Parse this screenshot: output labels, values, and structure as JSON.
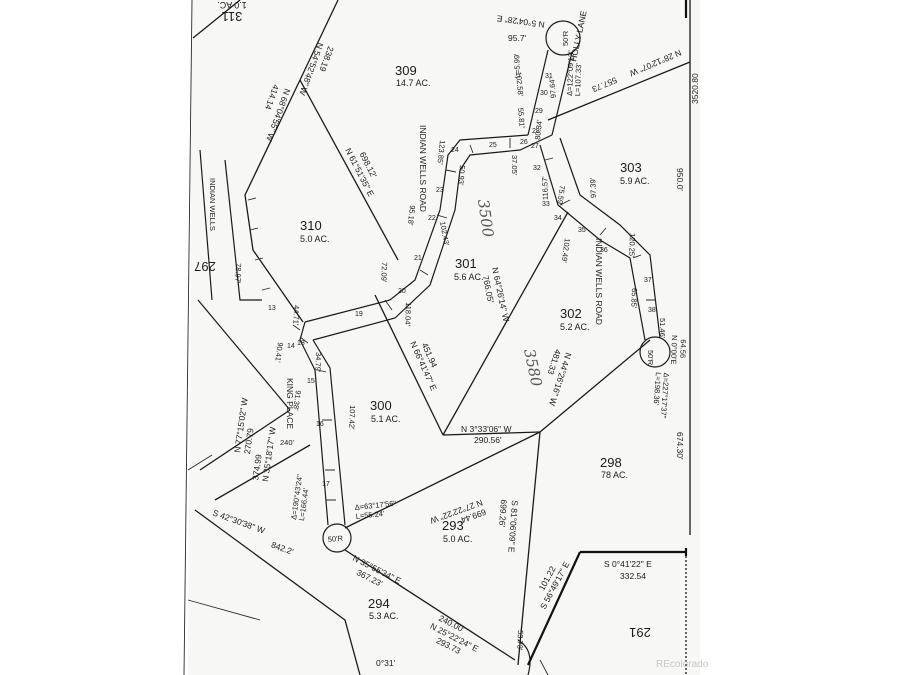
{
  "lots": [
    {
      "id": "lot-311",
      "number": "311",
      "acres": "1.0 AC."
    },
    {
      "id": "lot-309",
      "number": "309",
      "acres": "14.7 AC."
    },
    {
      "id": "lot-310",
      "number": "310",
      "acres": "5.0 AC."
    },
    {
      "id": "lot-301",
      "number": "301",
      "acres": "5.6 AC."
    },
    {
      "id": "lot-302",
      "number": "302",
      "acres": "5.2 AC."
    },
    {
      "id": "lot-303",
      "number": "303",
      "acres": "5.9 AC."
    },
    {
      "id": "lot-300",
      "number": "300",
      "acres": "5.1 AC."
    },
    {
      "id": "lot-298",
      "number": "298",
      "acres": "78 AC."
    },
    {
      "id": "lot-293",
      "number": "293",
      "acres": "5.0 AC."
    },
    {
      "id": "lot-294",
      "number": "294",
      "acres": "5.3 AC."
    },
    {
      "id": "lot-291",
      "number": "291",
      "acres": ""
    },
    {
      "id": "lot-297",
      "number": "297",
      "acres": ""
    }
  ],
  "roads": {
    "indian_wells_upper": "INDIAN WELLS ROAD",
    "indian_wells_lower": "INDIAN WELLS ROAD",
    "holly_lane": "HOLLY LANE",
    "king_place": "KING PLACE",
    "indian_wells_left": "INDIAN WELLS"
  },
  "bearings": {
    "n54_w": "N 54°52'48\" W",
    "n54_dist": "238.19",
    "n68_w": "N 68°04'55\" W",
    "n68_dist": "414.14",
    "n61_e": "N 61°51'35\" E",
    "n61_dist": "698.12'",
    "n28_w": "N 28°12'07\" W",
    "n28_dist": "557.73",
    "n5_e": "N 5°04'28\" E",
    "n5_dist": "95.7'",
    "n64_w": "N 64°26'14\" W",
    "n64_dist": "766.05'",
    "n66_e": "N 66°41'47\" E",
    "n66_dist": "451.94",
    "n3_w": "N 3°33'06\" W",
    "n3_dist": "290.56'",
    "n44_w": "N 44°26'16\" W",
    "n44_dist": "481.33",
    "n27_w": "N 27°22'22\" W",
    "n27_dist": "699.44'",
    "s81_e": "S 81°06'09\" E",
    "s81_dist": "699.26'",
    "n77_w": "N 77°15'02\" W",
    "n77_dist": "270.79",
    "n35w_w": "N 35°18'17\" W",
    "n35w_dist": "374.99",
    "n35_e": "N 35°55'34\" E",
    "n35e_dist": "367.23'",
    "n25_e": "N 25°22'24\" E",
    "n25_dist1": "240.00'",
    "n25_dist2": "293.73",
    "s42_w": "S 42°30'38\" W",
    "s42_dist": "842.2'",
    "s0_e": "S 0°41'22\" E",
    "s0_dist": "332.54",
    "s56_e": "S 56°49'17\" E",
    "s56_dist": "101.22",
    "n0_e": "N 0°00'E",
    "n0_dist": "64.56",
    "bottom_frag": "0°31'",
    "right_top": "3520.80",
    "right_950": "950.0'",
    "right_674": "674.30'"
  },
  "curves": {
    "top_delta": "Δ=122°09'13\"",
    "top_l": "L=107.33'",
    "top_r": "50'R",
    "top_c": "L=5.99'",
    "right_delta": "Δ=227°17'37\"",
    "right_l": "L=198.36'",
    "right_r": "50'R",
    "left_delta": "Δ=190°43'24\"",
    "left_l": "L=166.44'",
    "left_r": "50'R",
    "left_d2": "Δ=63°17'56\"",
    "left_l2": "L=55.24'"
  },
  "segment_dims": {
    "d123_85": "123.85'",
    "d50_93": "50.93'",
    "d55_81": "55.81'",
    "d80_34": "80.34'",
    "d37_05": "37.05'",
    "d97_64": "97.64'",
    "d102_58": "102.58'",
    "d95_18": "95.18'",
    "d102_43": "102.43'",
    "d72_09": "72.09'",
    "d118_04": "118.04'",
    "d116_57": "116.57'",
    "d75_59": "75.59'",
    "d97_39": "97.39'",
    "d102_49": "102.49'",
    "d120_25": "120.25'",
    "d65_85": "65.85'",
    "d51_46": "51.46'",
    "d44_71": "44.71'",
    "d90_41": "90.41'",
    "d34_79": "34.79'",
    "d107_42": "107.42'",
    "d91_38": "91.38'",
    "d240": "240'",
    "d78_97": "78.97'",
    "d53_73": "53.73'"
  },
  "stations": [
    "13",
    "14",
    "15",
    "16",
    "17",
    "18",
    "19",
    "20",
    "21",
    "22",
    "23",
    "24",
    "25",
    "26",
    "27",
    "28",
    "29",
    "30",
    "31",
    "32",
    "33",
    "34",
    "35",
    "36",
    "37",
    "38"
  ],
  "handwritten": {
    "h3500": "3500",
    "h3580": "3580"
  },
  "watermark": "REcolorado"
}
